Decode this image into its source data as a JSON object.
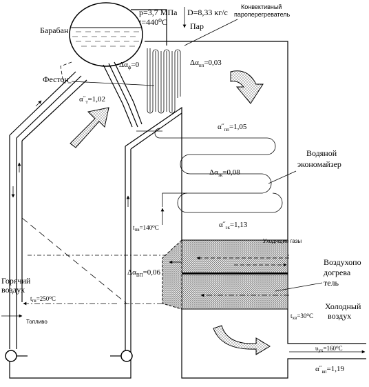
{
  "diagram": {
    "drum": {
      "label": "Барабан",
      "pressure": "p=3,7 МПа",
      "temperature": "t=440⁰С",
      "flow": "D=8,33 кг/с",
      "steam_label": "Пар"
    },
    "superheater": {
      "label_line1": "Конвективный",
      "label_line2": "пароперегреватель",
      "delta_alpha": "Δα",
      "delta_alpha_sub": "пп",
      "delta_alpha_val": "=0,03"
    },
    "festoon": {
      "label": "Фестон",
      "delta_alpha": "Δα",
      "delta_alpha_sub": "ф",
      "delta_alpha_val": "=0"
    },
    "furnace": {
      "alpha": "α",
      "alpha_prime": "˝",
      "alpha_sub": "т",
      "alpha_val": "=1,02",
      "hot_air_line1": "Горячий",
      "hot_air_line2": "воздух",
      "t_hot_air": "t",
      "t_hot_air_sub": "гв",
      "t_hot_air_val": "=250⁰С",
      "fuel_label": "Топливо"
    },
    "after_superheater": {
      "alpha": "α",
      "alpha_prime": "˝",
      "alpha_sub": "пп",
      "alpha_val": "=1,05"
    },
    "economizer": {
      "label_line1": "Водяной",
      "label_line2": "экономайзер",
      "delta_alpha": "Δα",
      "delta_alpha_sub": "эк",
      "delta_alpha_val": "=0,08",
      "t_water": "t",
      "t_water_sub": "пв",
      "t_water_val": "=140⁰С",
      "alpha_out": "α",
      "alpha_out_prime": "˝",
      "alpha_out_sub": "эк",
      "alpha_out_val": "=1,13"
    },
    "air_heater": {
      "label_line1": "Воздухопо",
      "label_line2": "догрева",
      "label_line3": "тель",
      "flue_gases": "Уходящие газы",
      "delta_alpha": "Δα",
      "delta_alpha_sub": "ВП",
      "delta_alpha_val": "=0,06",
      "cold_air_line1": "Холодный",
      "cold_air_line2": "воздух",
      "t_cold_air": "t",
      "t_cold_air_sub": "хв",
      "t_cold_air_val": "=30⁰С"
    },
    "exit": {
      "t_exit": "υ",
      "t_exit_sub": "ух",
      "t_exit_val": "=160⁰С",
      "alpha": "α",
      "alpha_prime": "˝",
      "alpha_sub": "вп",
      "alpha_val": "=1,19"
    }
  }
}
